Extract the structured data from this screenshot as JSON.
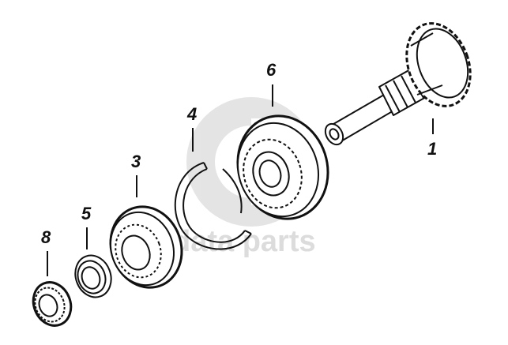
{
  "callouts": [
    {
      "id": "1",
      "text": "1"
    },
    {
      "id": "3",
      "text": "3"
    },
    {
      "id": "4",
      "text": "4"
    },
    {
      "id": "5",
      "text": "5"
    },
    {
      "id": "6",
      "text": "6"
    },
    {
      "id": "8",
      "text": "8"
    }
  ],
  "watermark": {
    "text": "data parts"
  },
  "colors": {
    "line": "#111111",
    "watermark": "#dcdcdc",
    "background": "#ffffff"
  }
}
